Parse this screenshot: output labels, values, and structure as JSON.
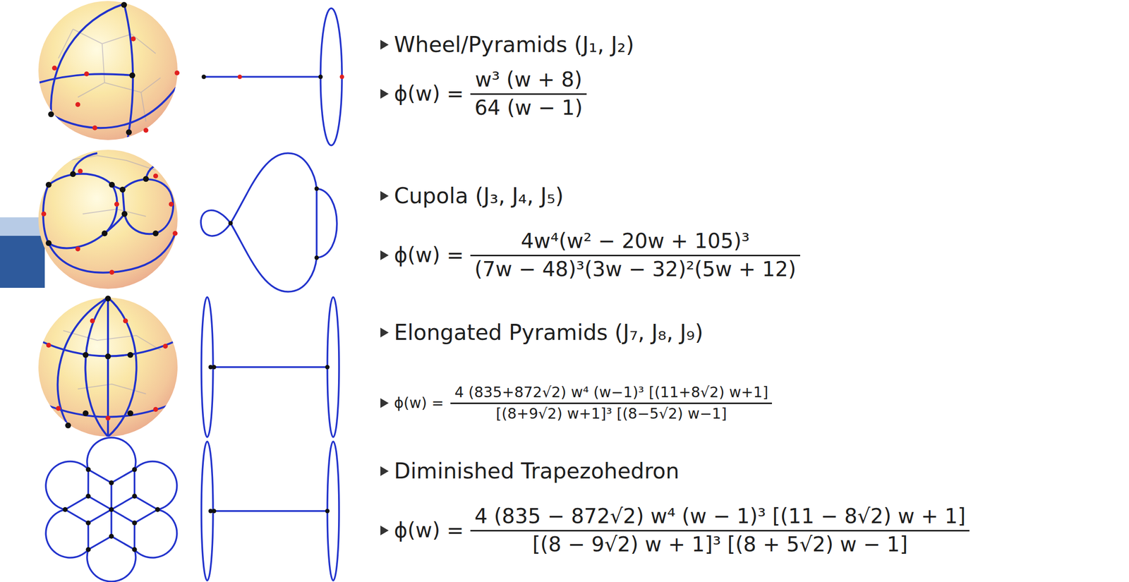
{
  "diagram": {
    "labels": [
      "Wheel/Pyramids (J₁, J₂)",
      "ϕ(w) =",
      "w³ (w + 8)",
      "64 (w − 1)",
      "Cupola (J₃, J₄, J₅)",
      "ϕ(w) =",
      "4w⁴(w² − 20w + 105)³",
      "(7w − 48)³(3w − 32)²(5w + 12)",
      "Elongated Pyramids (J₇, J₈, J₉)",
      "ϕ(w) =",
      "4 (835+872√2) w⁴ (w−1)³ [(11+8√2) w+1]",
      "[(8+9√2) w+1]³ [(8−5√2) w−1]",
      "Diminished Trapezohedron",
      "ϕ(w) =",
      "4 (835 − 872√2) w⁴ (w − 1)³ [(11 − 8√2) w + 1]",
      "[(8 − 9√2) w + 1]³ [(8 + 5√2) w − 1]"
    ]
  }
}
